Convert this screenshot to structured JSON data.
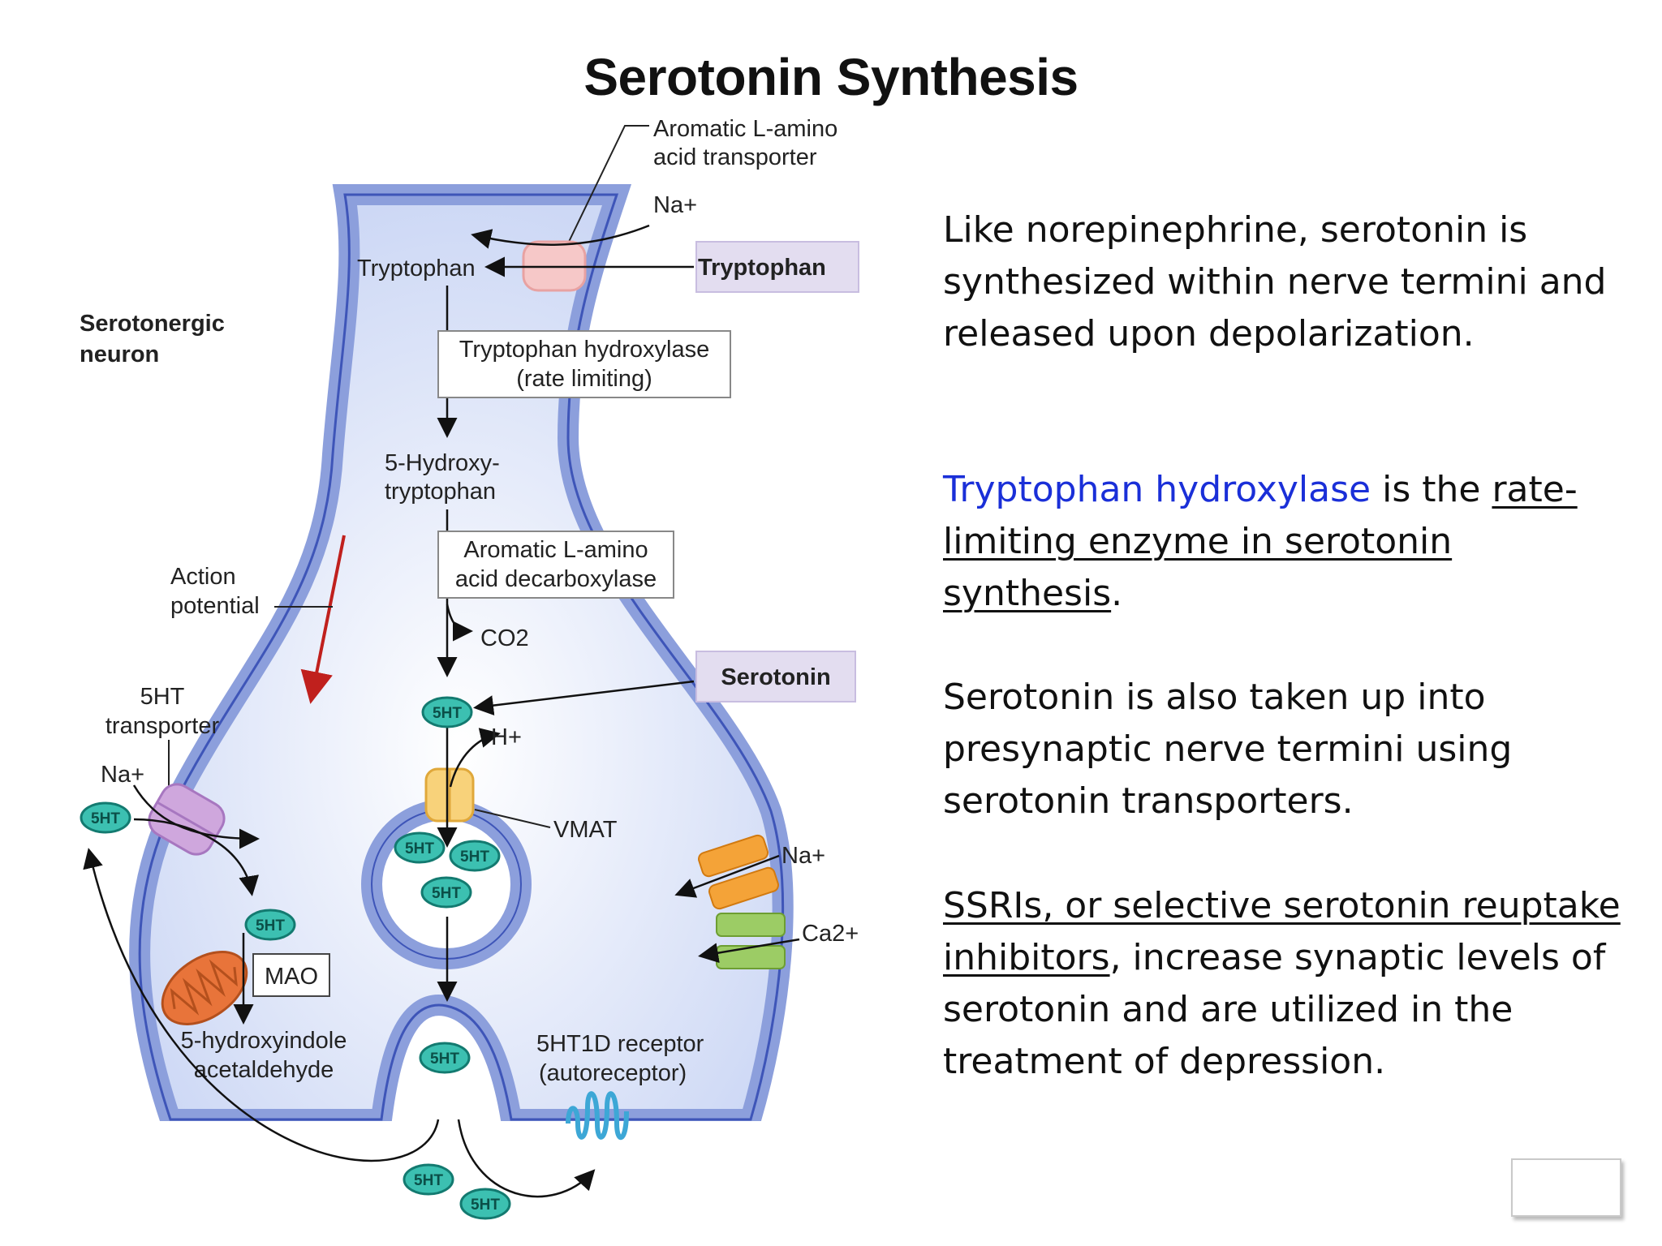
{
  "slide": {
    "title": "Serotonin Synthesis",
    "paragraphs": {
      "p1": "Like norepinephrine, serotonin is synthesized within nerve termini and released upon depolarization.",
      "p2_blue": "Tryptophan hydroxylase",
      "p2_mid": " is the ",
      "p2_ul": "rate-limiting enzyme in serotonin synthesis",
      "p2_end": ".",
      "p3": "Serotonin is also taken up into presynaptic nerve termini using serotonin transporters.",
      "p4_ul": "SSRIs, or selective serotonin reuptake inhibitors",
      "p4_rest": ", increase synaptic levels of serotonin and are utilized in the treatment of depression."
    },
    "colors": {
      "link_blue": "#1a2fd8",
      "membrane": "#7b8fd6",
      "cytoplasm": "#dfe6f9",
      "label_box": "#e3ddf0"
    }
  },
  "diagram": {
    "neuron_label": [
      "Serotonergic",
      "neuron"
    ],
    "transporter_label": [
      "Aromatic L-amino",
      "acid transporter"
    ],
    "na_top": "Na+",
    "tryptophan_in": "Tryptophan",
    "tryptophan_out": "Tryptophan",
    "enzyme1": [
      "Tryptophan hydroxylase",
      "(rate limiting)"
    ],
    "hydroxy": [
      "5-Hydroxy-",
      "tryptophan"
    ],
    "enzyme2": [
      "Aromatic L-amino",
      "acid decarboxylase"
    ],
    "co2": "CO2",
    "serotonin_box": "Serotonin",
    "action_potential": [
      "Action",
      "potential"
    ],
    "transporter_5ht": [
      "5HT",
      "transporter"
    ],
    "na_left": "Na+",
    "h_plus": "H+",
    "vmat": "VMAT",
    "na_right": "Na+",
    "ca_right": "Ca2+",
    "mao": "MAO",
    "acetaldehyde": [
      "5-hydroxyindole",
      "acetaldehyde"
    ],
    "receptor": [
      "5HT1D receptor",
      "(autoreceptor)"
    ],
    "pill_label": "5HT"
  }
}
